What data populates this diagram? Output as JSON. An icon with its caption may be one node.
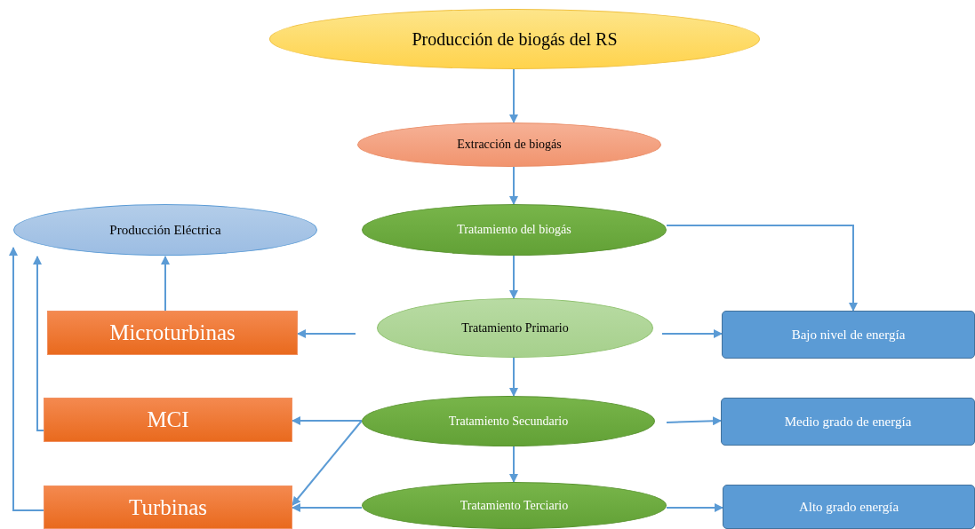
{
  "diagram": {
    "nodes": [
      {
        "text": [
          "Producción de biogás del RS"
        ]
      },
      {
        "text": [
          "Extracción de biogás"
        ]
      },
      {
        "text": [
          "Producción Eléctrica"
        ]
      },
      {
        "text": [
          "Tratamiento del biogás"
        ]
      },
      {
        "text": [
          "Microturbinas"
        ]
      },
      {
        "text": [
          "Tratamiento Primario"
        ]
      },
      {
        "text": [
          "Bajo nivel de energía"
        ]
      },
      {
        "text": [
          "MCI"
        ]
      },
      {
        "text": [
          "Tratamiento Secundario"
        ]
      },
      {
        "text": [
          "Medio grado de energía"
        ]
      },
      {
        "text": [
          "Turbinas"
        ]
      },
      {
        "text": [
          "Tratamiento Terciario"
        ]
      },
      {
        "text": [
          "Alto grado energía"
        ]
      }
    ],
    "edges": [
      {
        "from": 0,
        "to": 1,
        "arrow": "to"
      },
      {
        "from": 1,
        "to": 3,
        "arrow": "to"
      },
      {
        "from": 3,
        "to": 5,
        "arrow": "to"
      },
      {
        "from": 3,
        "to": 6,
        "arrow": "to"
      },
      {
        "from": 5,
        "to": 6,
        "arrow": "to"
      },
      {
        "from": 5,
        "to": 4,
        "arrow": "to"
      },
      {
        "from": 5,
        "to": 8,
        "arrow": "to"
      },
      {
        "from": 8,
        "to": 9,
        "arrow": "to"
      },
      {
        "from": 8,
        "to": 7,
        "arrow": "to"
      },
      {
        "from": 8,
        "to": 10,
        "arrow": "to"
      },
      {
        "from": 8,
        "to": 11,
        "arrow": "to"
      },
      {
        "from": 11,
        "to": 12,
        "arrow": "to"
      },
      {
        "from": 11,
        "to": 10,
        "arrow": "to"
      },
      {
        "from": 4,
        "to": 2,
        "arrow": "to"
      },
      {
        "from": 7,
        "to": 2,
        "arrow": "to"
      },
      {
        "from": 10,
        "to": 2,
        "arrow": "to"
      }
    ]
  }
}
